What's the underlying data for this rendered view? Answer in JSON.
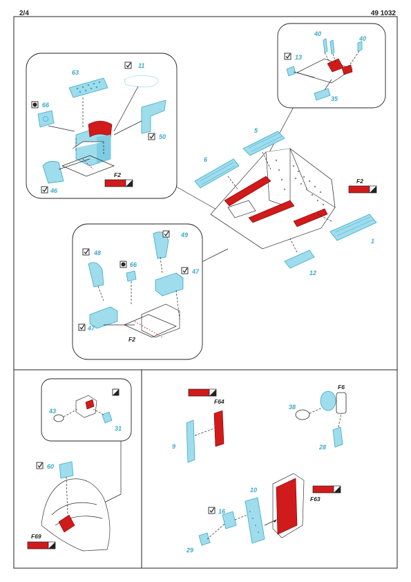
{
  "header": {
    "page": "2/4",
    "code": "49 1032"
  },
  "colors": {
    "photo_etch": "#9fdcec",
    "photo_etch_outline": "#3aa9c9",
    "painted_red": "#d11a1a",
    "ink": "#222222"
  },
  "icons": {
    "check": "check-box-icon",
    "bend": "bend-symbol-icon",
    "color_swatch": "color-swatch-icon"
  },
  "callouts": {
    "c63": "63",
    "c11": "11",
    "c66a": "66",
    "c50": "50",
    "c46": "46",
    "c40a": "40",
    "c40b": "40",
    "c13": "13",
    "c35": "35",
    "c5": "5",
    "c6": "6",
    "c1": "1",
    "c12": "12",
    "c49": "49",
    "c48": "48",
    "c66b": "66",
    "c47a": "47",
    "c47b": "47",
    "c43": "43",
    "c31": "31",
    "c60": "60",
    "c9": "9",
    "c38": "38",
    "c28": "28",
    "c10": "10",
    "c16": "16",
    "c29": "29"
  },
  "color_codes": {
    "f2_left": "F2",
    "f2_right": "F2",
    "f2_lower": "F2",
    "f69": "F69",
    "f64": "F64",
    "f6": "F6",
    "f63": "F63"
  }
}
